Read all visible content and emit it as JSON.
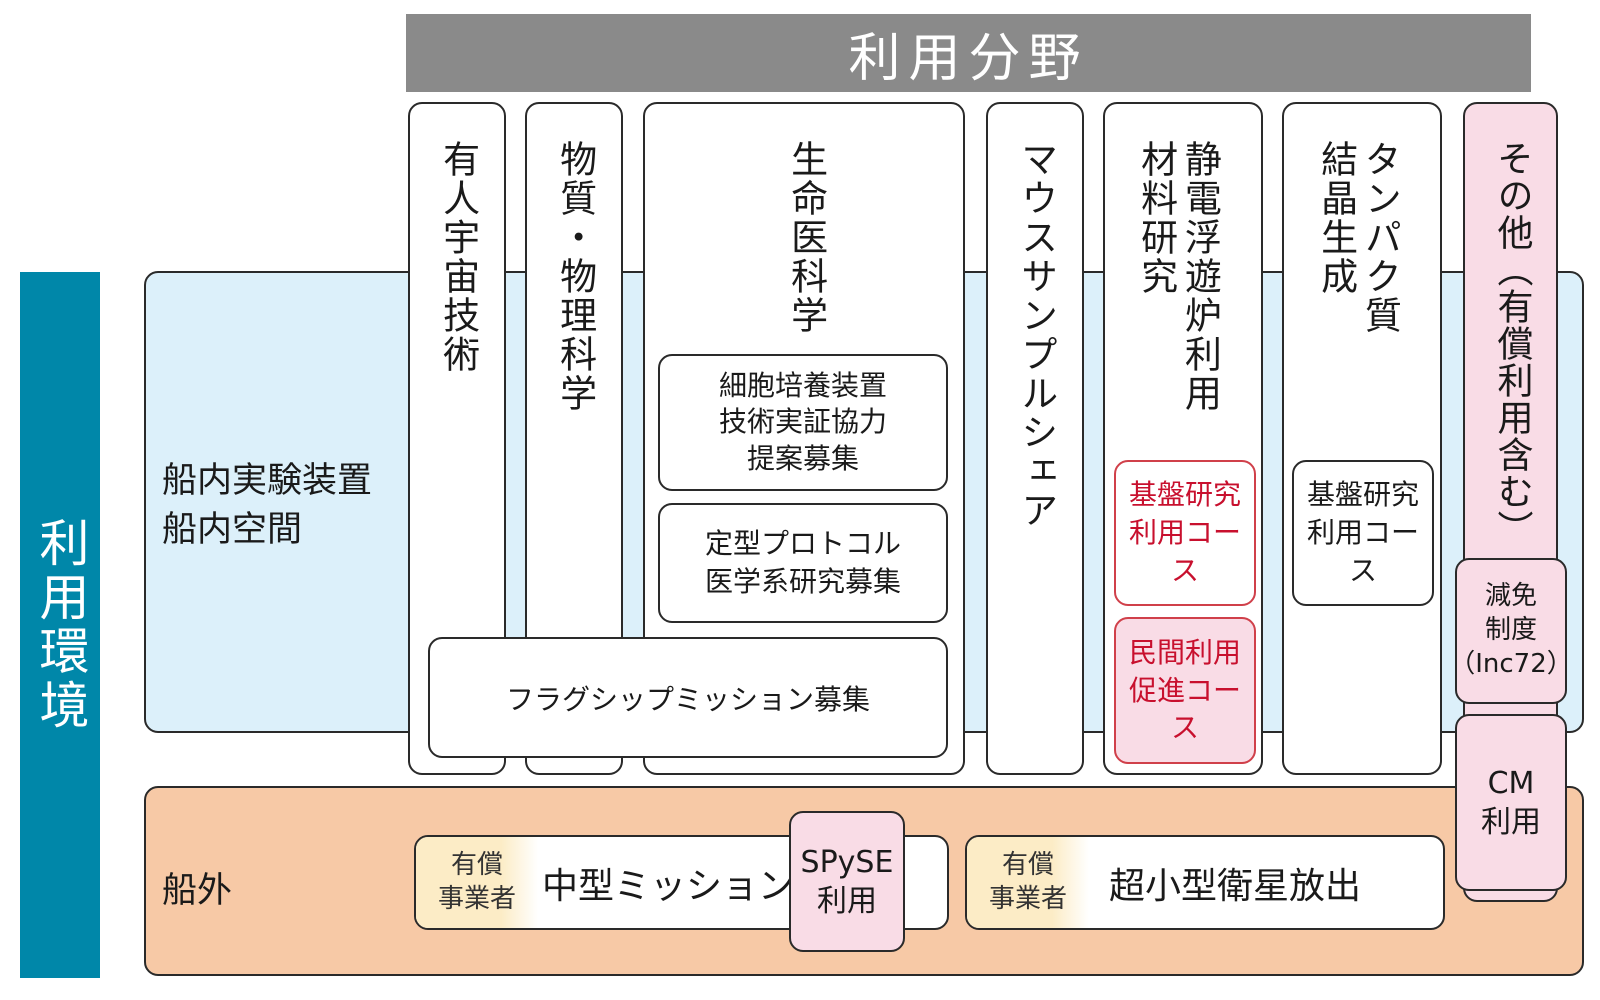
{
  "header": {
    "title": "利用分野"
  },
  "side_label": "利用環境",
  "environment": {
    "inboard": "船内実験装置\n船内空間",
    "outboard": "船外"
  },
  "columns": {
    "crewed": "有人宇宙技術",
    "physics": "物質・物理科学",
    "life": "生命医科学",
    "mouse": "マウスサンプルシェア",
    "els": "静電浮遊炉利用\n材料研究",
    "protein": "タンパク質\n結晶生成",
    "other": "その他（有償利用含む）"
  },
  "life_items": {
    "cell": "細胞培養装置\n技術実証協力\n提案募集",
    "protocol": "定型プロトコル\n医学系研究募集"
  },
  "flagship": "フラグシップミッション募集",
  "els_items": {
    "basic": "基盤研究\n利用コース",
    "private": "民間利用\n促進コース"
  },
  "protein_items": {
    "basic": "基盤研究\n利用コース"
  },
  "other_items": {
    "reduction": "減免\n制度\n（Inc72）",
    "cm": "CM\n利用"
  },
  "outboard_items": {
    "paid_tag_1": "有償\n事業者",
    "mid_mission": "中型ミッション",
    "spyse": "SPySE\n利用",
    "paid_tag_2": "有償\n事業者",
    "small_sat": "超小型衛星放出"
  },
  "colors": {
    "header_bg": "#8a8a8a",
    "side_bg": "#0087a9",
    "inboard_bg": "#dcf0fa",
    "outboard_bg": "#f7c9a6",
    "pink_bg": "#f9dce6",
    "red_text": "#c8102e",
    "tag_bg": "#fcecc6"
  }
}
